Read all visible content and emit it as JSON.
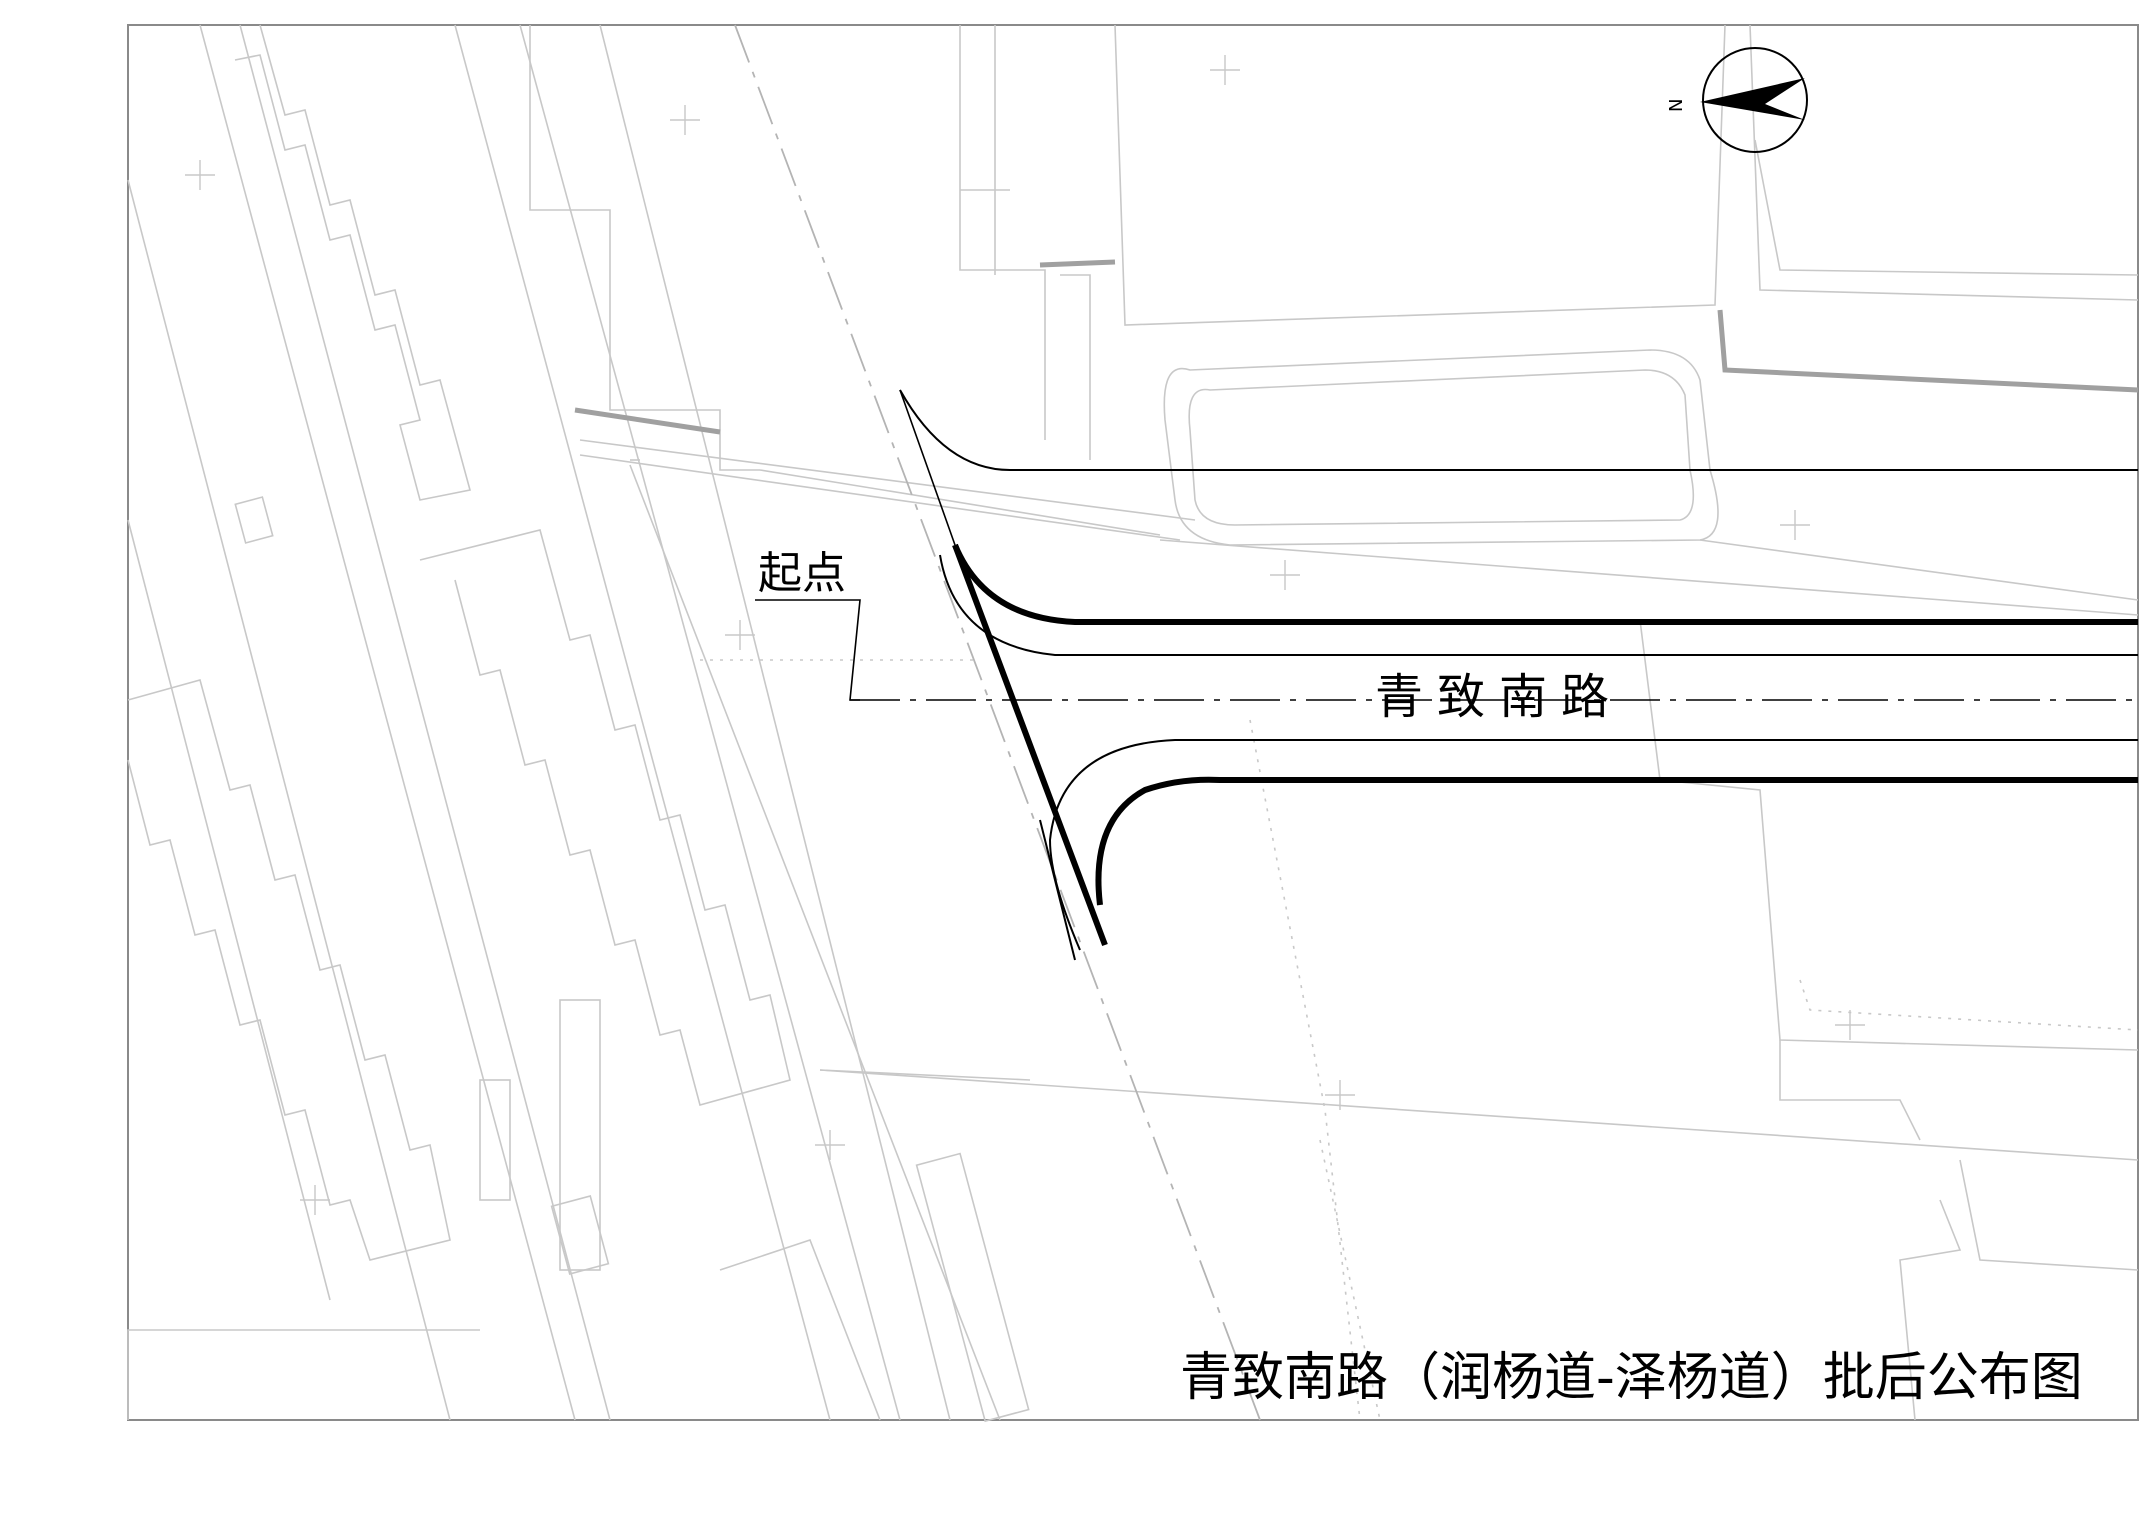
{
  "map": {
    "title": "青致南路（润杨道-泽杨道）批后公布图",
    "road_name": "青致南路",
    "start_label": "起点",
    "north_label": "N"
  },
  "colors": {
    "background": "#ffffff",
    "context_lines": "#c8c8c8",
    "road_lines": "#000000"
  }
}
